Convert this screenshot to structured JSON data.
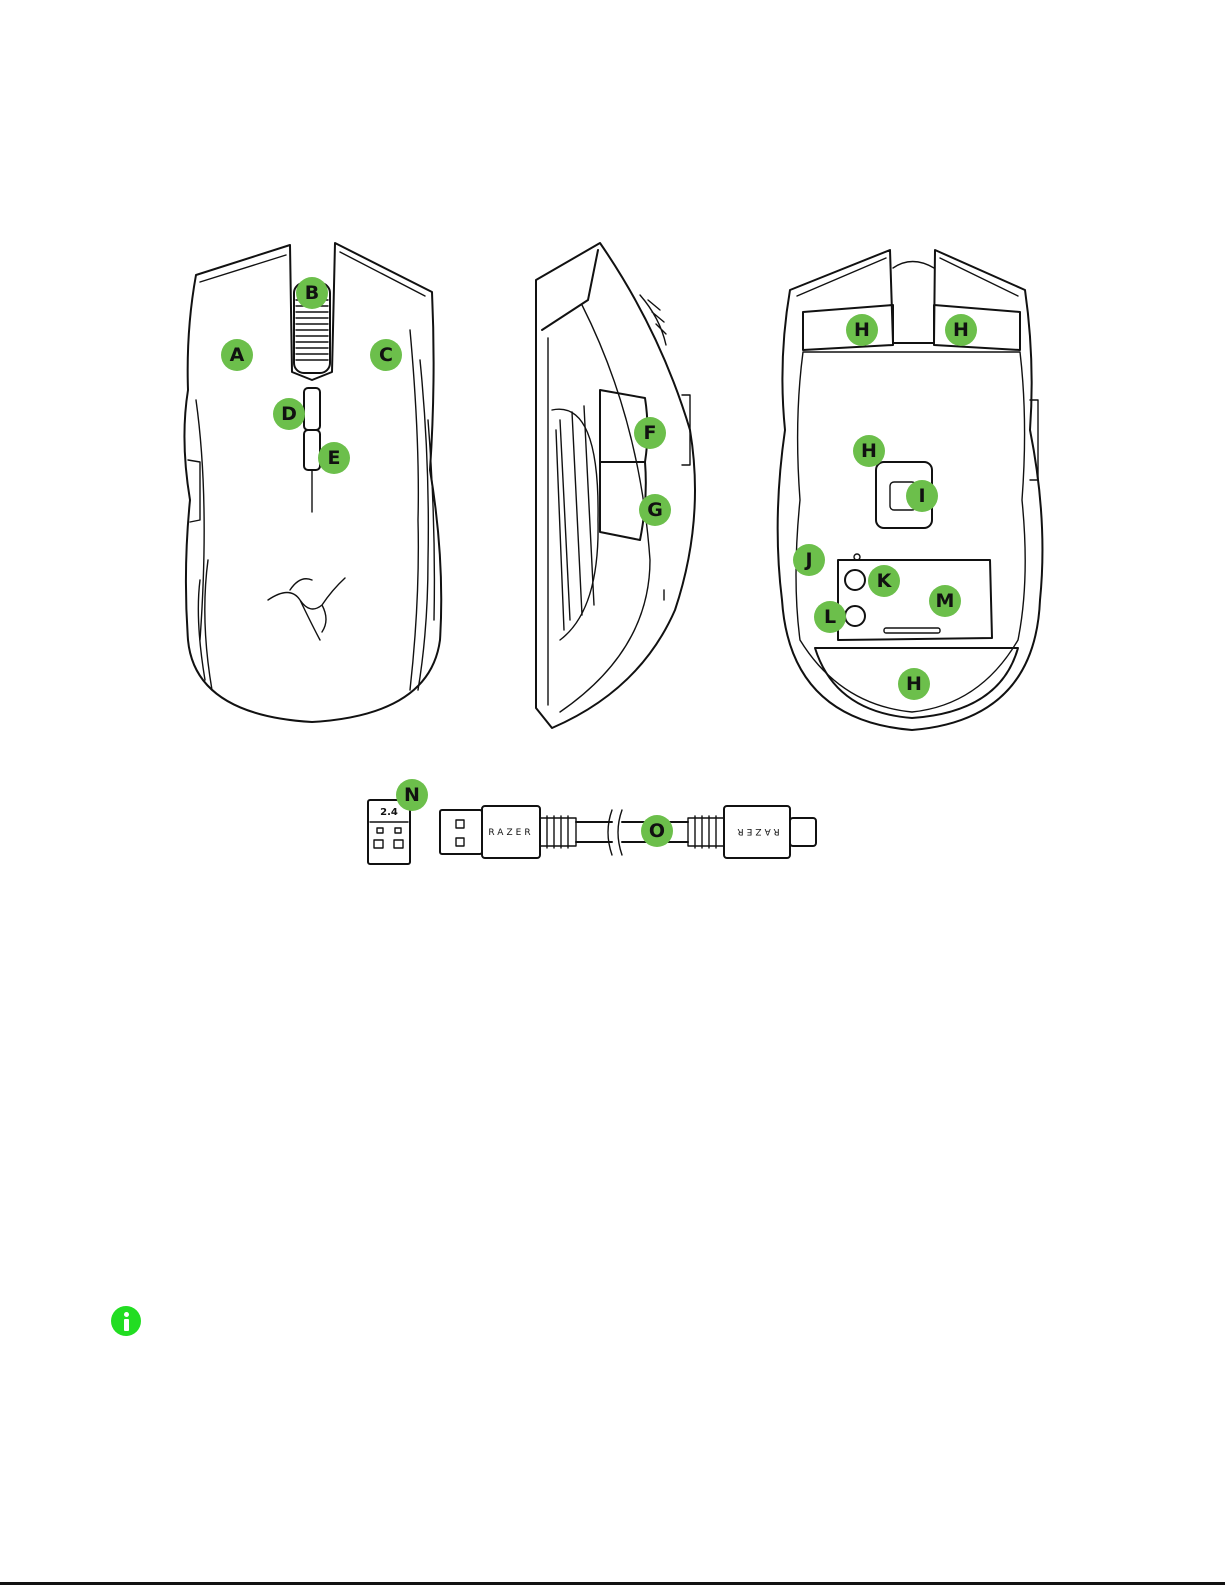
{
  "callouts": {
    "a": "A",
    "b": "B",
    "c": "C",
    "d": "D",
    "e": "E",
    "f": "F",
    "g": "G",
    "h1": "H",
    "h2": "H",
    "h3": "H",
    "h4": "H",
    "i": "I",
    "j": "J",
    "k": "K",
    "l": "L",
    "m": "M",
    "n": "N",
    "o": "O"
  },
  "dongle_label": "2.4",
  "cable_brand_left": "RAZER",
  "cable_brand_right": "RAZER",
  "colors": {
    "callout": "#6cbf4b",
    "info_icon": "#22dd22",
    "line": "#111111"
  },
  "icons": {
    "info": "info-circle-icon"
  }
}
